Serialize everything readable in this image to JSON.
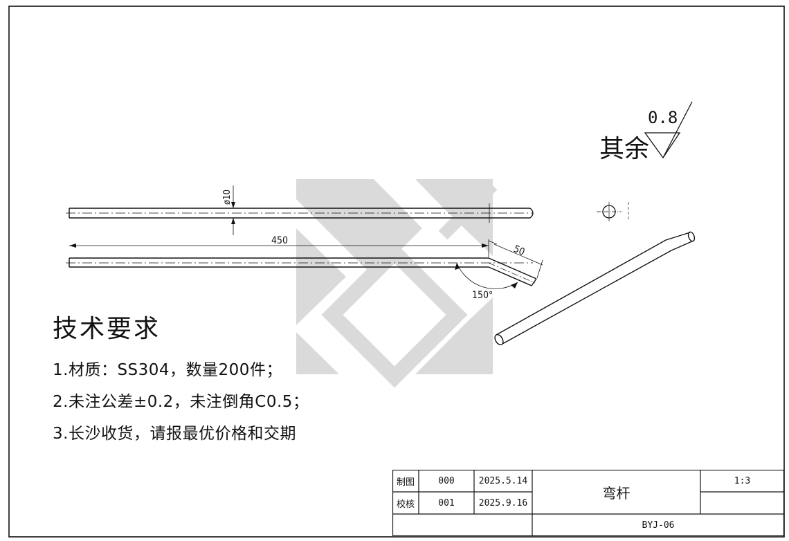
{
  "roughness": {
    "label": "其余",
    "value": "0.8"
  },
  "dimensions": {
    "diameter": "ø10",
    "length": "450",
    "bend_length": "50",
    "angle": "150°"
  },
  "technical_requirements": {
    "title": "技术要求",
    "items": [
      "1.材质：SS304，数量200件；",
      "2.未注公差±0.2，未注倒角C0.5；",
      "3.长沙收货，请报最优价格和交期"
    ]
  },
  "title_block": {
    "drawn_label": "制图",
    "drawn_code": "000",
    "drawn_date": "2025.5.14",
    "checked_label": "校核",
    "checked_code": "001",
    "checked_date": "2025.9.16",
    "part_name": "弯杆",
    "scale": "1:3",
    "drawing_number": "BYJ-06"
  },
  "colors": {
    "line": "#111111",
    "watermark": "#c8c8c8"
  }
}
